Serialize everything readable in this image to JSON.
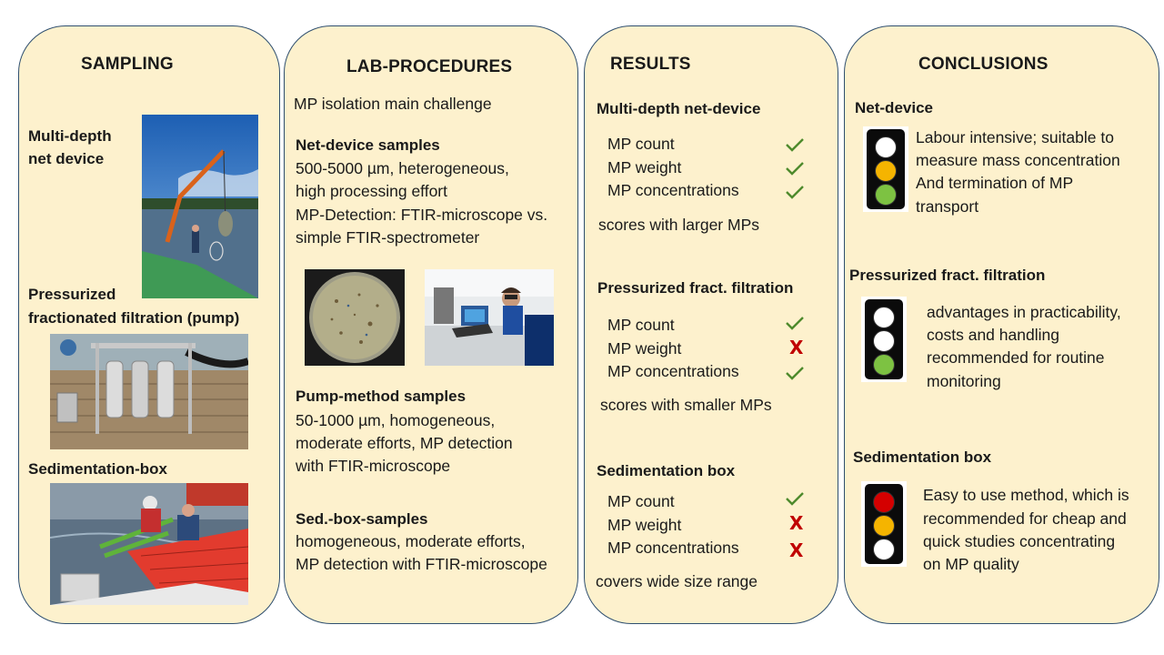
{
  "sampling": {
    "title": "SAMPLING",
    "item1_line1": "Multi-depth",
    "item1_line2": "net device",
    "item2_line1": "Pressurized",
    "item2_line2": "fractionated filtration (pump)",
    "item3": "Sedimentation-box"
  },
  "lab": {
    "title": "LAB-PROCEDURES",
    "challenge": "MP isolation main challenge",
    "net_title": "Net-device samples",
    "net_lines": [
      "500-5000 µm, heterogeneous,",
      "high processing effort",
      "MP-Detection: FTIR-microscope vs.",
      "simple FTIR-spectrometer"
    ],
    "pump_title": "Pump-method samples",
    "pump_lines": [
      "50-1000 µm, homogeneous,",
      "moderate efforts, MP detection",
      "with FTIR-microscope"
    ],
    "sed_title": "Sed.-box-samples",
    "sed_lines": [
      "homogeneous, moderate efforts,",
      "MP detection with FTIR-microscope"
    ]
  },
  "results": {
    "title": "RESULTS",
    "groups": [
      {
        "title": "Multi-depth net-device",
        "rows": [
          {
            "label": "MP count",
            "status": "check"
          },
          {
            "label": "MP weight",
            "status": "check"
          },
          {
            "label": "MP concentrations",
            "status": "check"
          }
        ],
        "note": "scores with larger MPs"
      },
      {
        "title": "Pressurized fract. filtration",
        "rows": [
          {
            "label": "MP count",
            "status": "check"
          },
          {
            "label": "MP weight",
            "status": "cross"
          },
          {
            "label": "MP concentrations",
            "status": "check"
          }
        ],
        "note": "scores with smaller MPs"
      },
      {
        "title": "Sedimentation box",
        "rows": [
          {
            "label": "MP count",
            "status": "check"
          },
          {
            "label": "MP weight",
            "status": "cross"
          },
          {
            "label": "MP concentrations",
            "status": "cross"
          }
        ],
        "note": "covers wide size range"
      }
    ],
    "cross_symbol": "X"
  },
  "conclusions": {
    "title": "CONCLUSIONS",
    "items": [
      {
        "title": "Net-device",
        "lines": [
          "Labour intensive; suitable to",
          "measure mass concentration",
          "And termination of MP",
          "transport"
        ],
        "lights": [
          "white",
          "amber",
          "green"
        ]
      },
      {
        "title": "Pressurized fract. filtration",
        "lines": [
          "advantages in practicability,",
          "costs and handling",
          "recommended for routine",
          "monitoring"
        ],
        "lights": [
          "white",
          "white",
          "green"
        ]
      },
      {
        "title": "Sedimentation box",
        "lines": [
          "Easy to use method, which is",
          "recommended for cheap and",
          "quick studies concentrating",
          "on MP quality"
        ],
        "lights": [
          "red",
          "amber",
          "white"
        ]
      }
    ]
  },
  "colors": {
    "panel_fill": "#fdf1cd",
    "panel_border": "#2f4f6f",
    "check": "#4e8a2c",
    "cross": "#c00000",
    "light_white": "#ffffff",
    "light_amber": "#f5b400",
    "light_green": "#7dc242",
    "light_red": "#d40000"
  }
}
